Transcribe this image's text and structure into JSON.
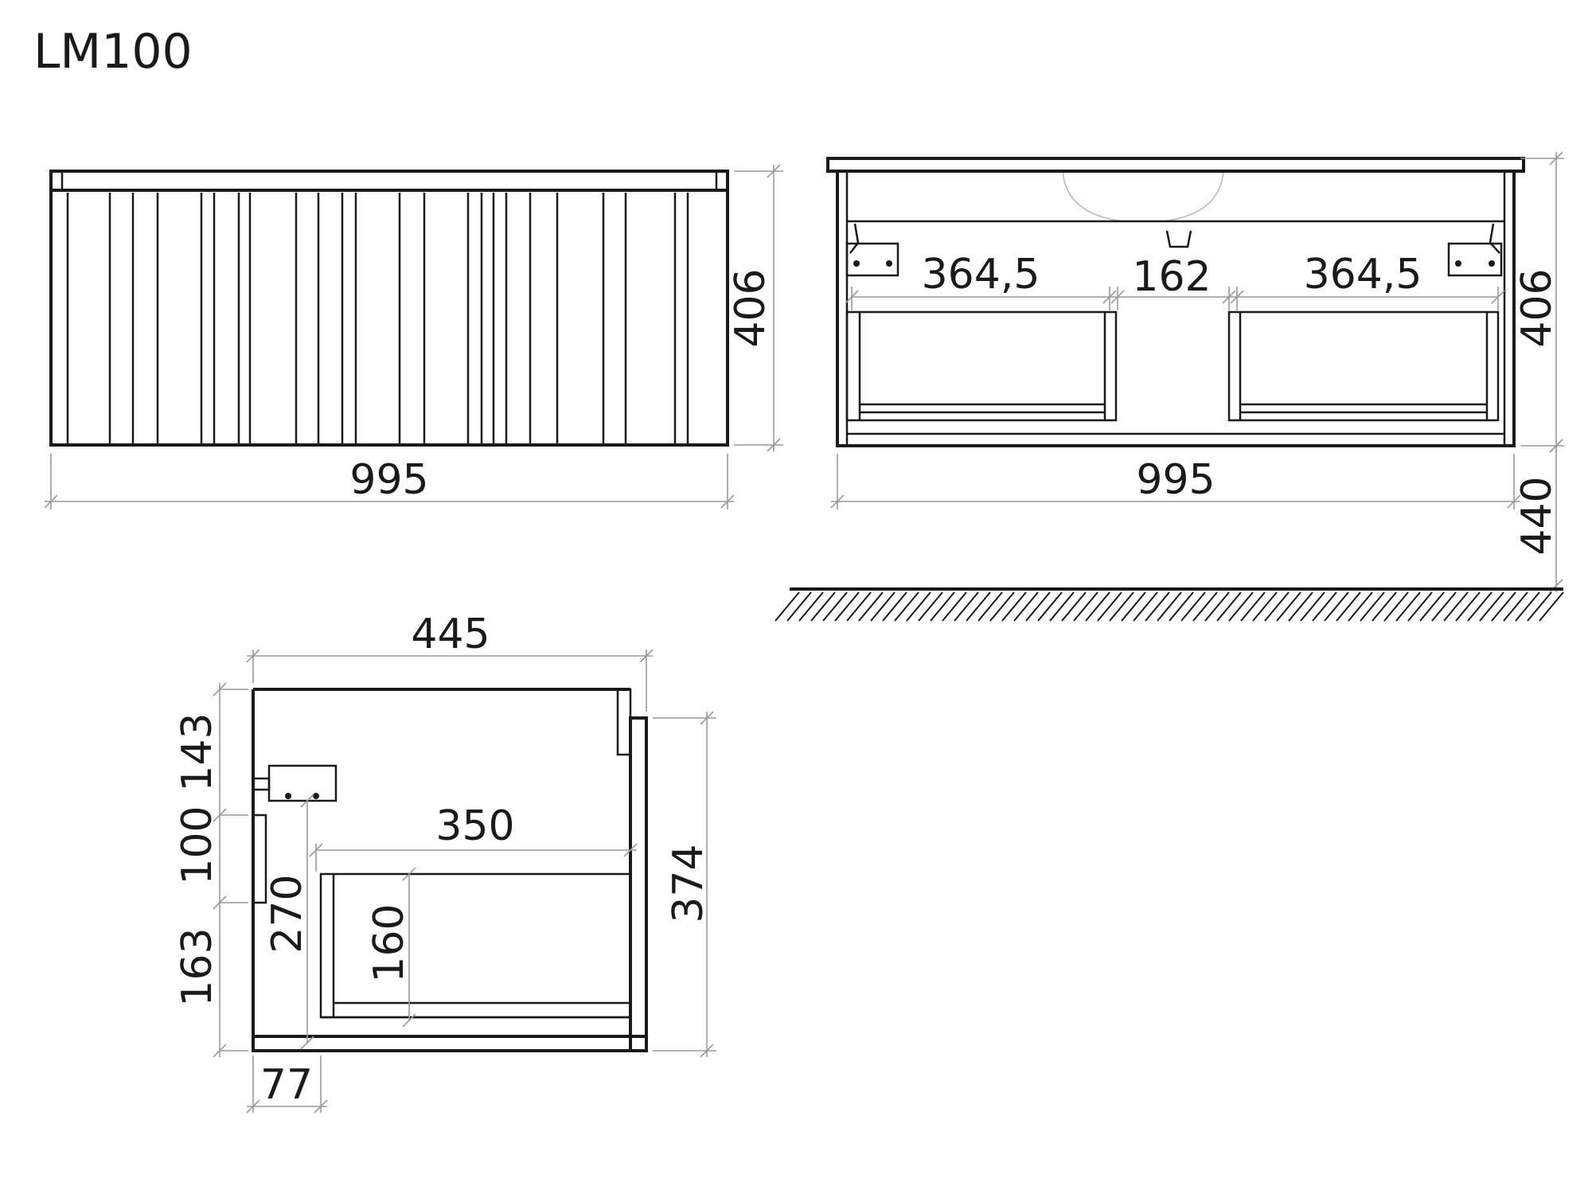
{
  "title": "LM100",
  "front_view": {
    "width_label": "995",
    "height_label": "406"
  },
  "back_view": {
    "width_label": "995",
    "height_label": "406",
    "mount_height_label": "440",
    "left_spacing_label": "364,5",
    "center_spacing_label": "162",
    "right_spacing_label": "364,5"
  },
  "side_view": {
    "depth_label": "445",
    "inner_depth_label": "350",
    "front_height_label": "374",
    "upper_offset_label": "143",
    "mid_offset_label": "100",
    "lower_offset_label": "163",
    "hanger_height_label": "270",
    "drawer_height_label": "160",
    "rear_offset_label": "77"
  },
  "colors": {
    "line": "#1a1a1a",
    "dimension": "#9a9a9a",
    "background": "#ffffff"
  }
}
